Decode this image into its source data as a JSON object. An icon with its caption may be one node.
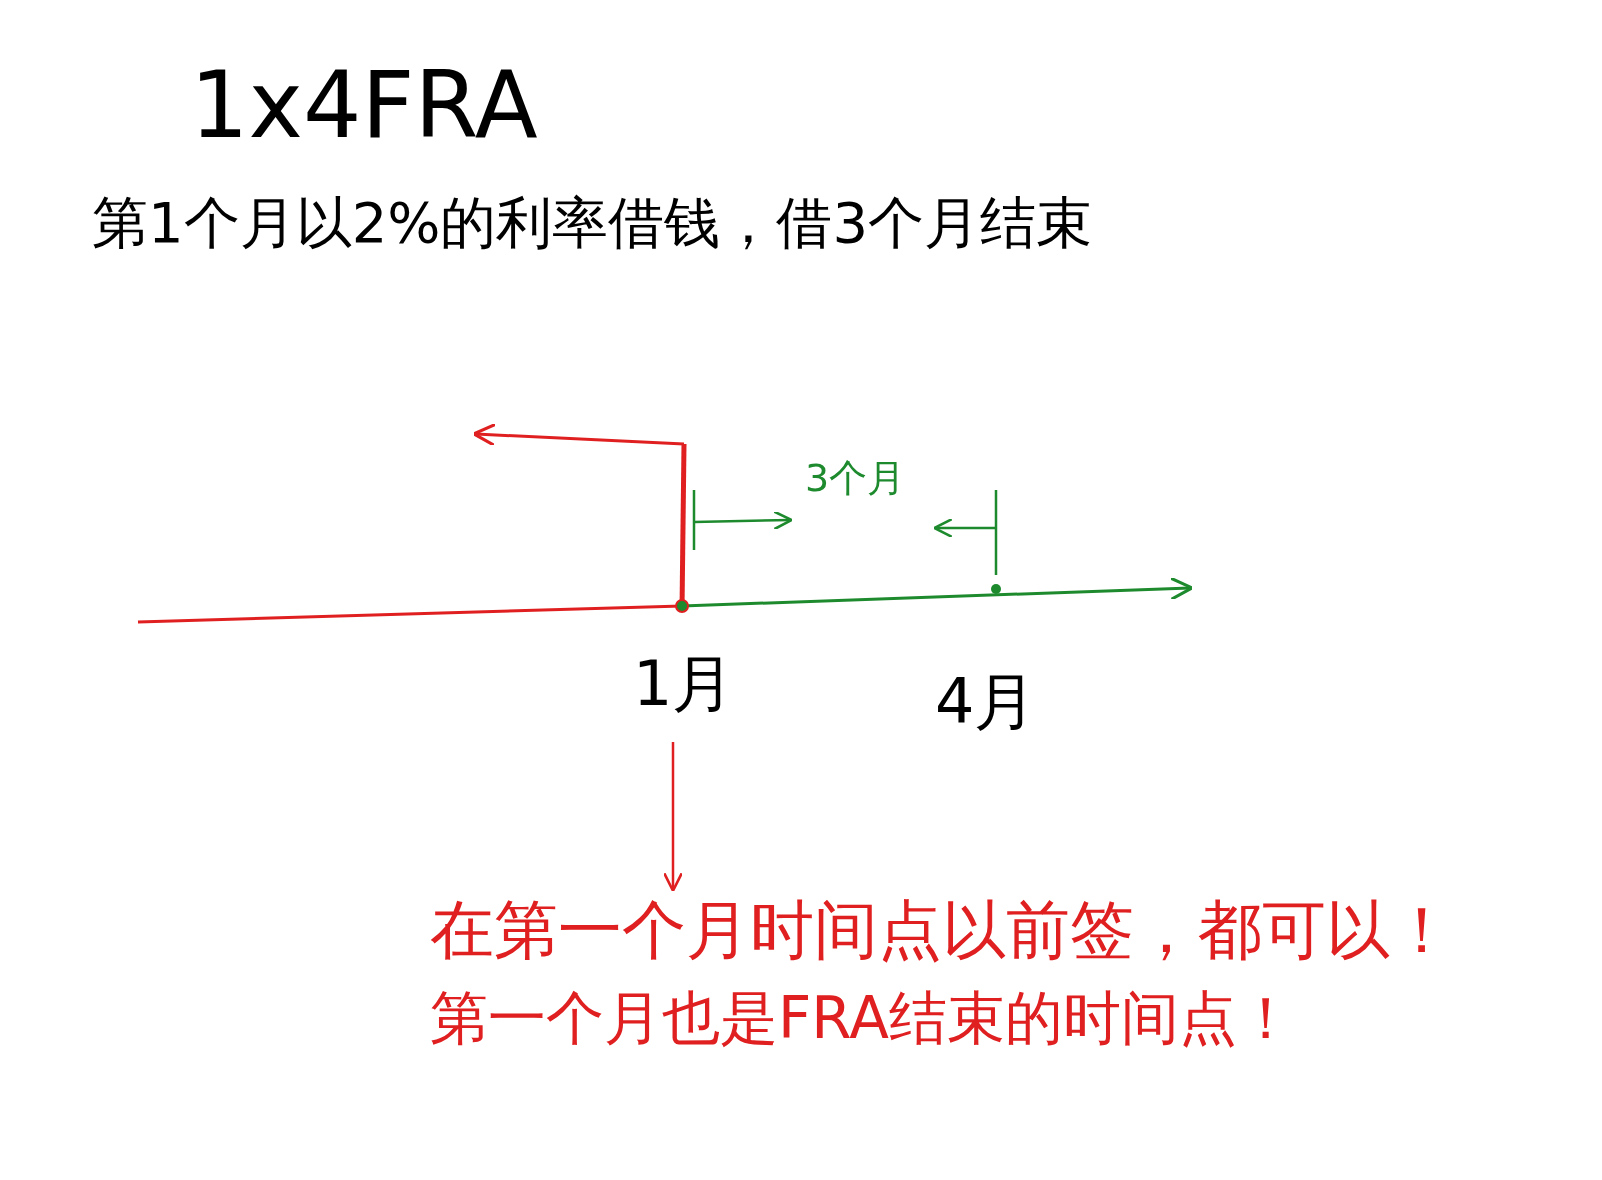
{
  "diagram": {
    "title": "1x4FRA",
    "nodes": [
      {
        "text": [
          "1月"
        ]
      },
      {
        "text": [
          "在第一个月时间点以前签，都可以！",
          "第一个月也是FRA结束的时间点！"
        ]
      }
    ],
    "edges": [
      {
        "from": 0,
        "to": 1,
        "arrow": "to",
        "color": "#e02020"
      }
    ],
    "labels": [
      "第1个月以2%的利率借钱，借3个月结束",
      "3个月",
      "4月"
    ]
  }
}
